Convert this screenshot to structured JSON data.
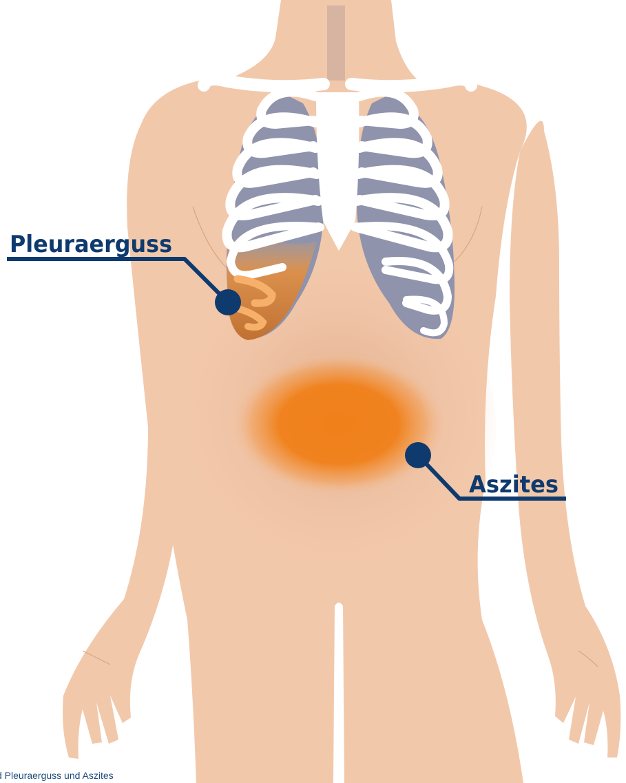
{
  "labels": {
    "pleural_effusion": "Pleuraerguss",
    "ascites": "Aszites"
  },
  "caption": "d Pleuraerguss und Aszites",
  "colors": {
    "skin": "#f2c8ab",
    "skin_shade": "#e6b08d",
    "skin_line": "#d9a583",
    "bone": "#ffffff",
    "lung": "#8f93ac",
    "fluid_pleural": "#e08a3a",
    "fluid_ascites": "#f08019",
    "label_navy": "#0e3a6e",
    "trachea": "#d7b3a2"
  },
  "icons": {
    "marker": "dot-marker",
    "figure": "human-torso-illustration"
  }
}
